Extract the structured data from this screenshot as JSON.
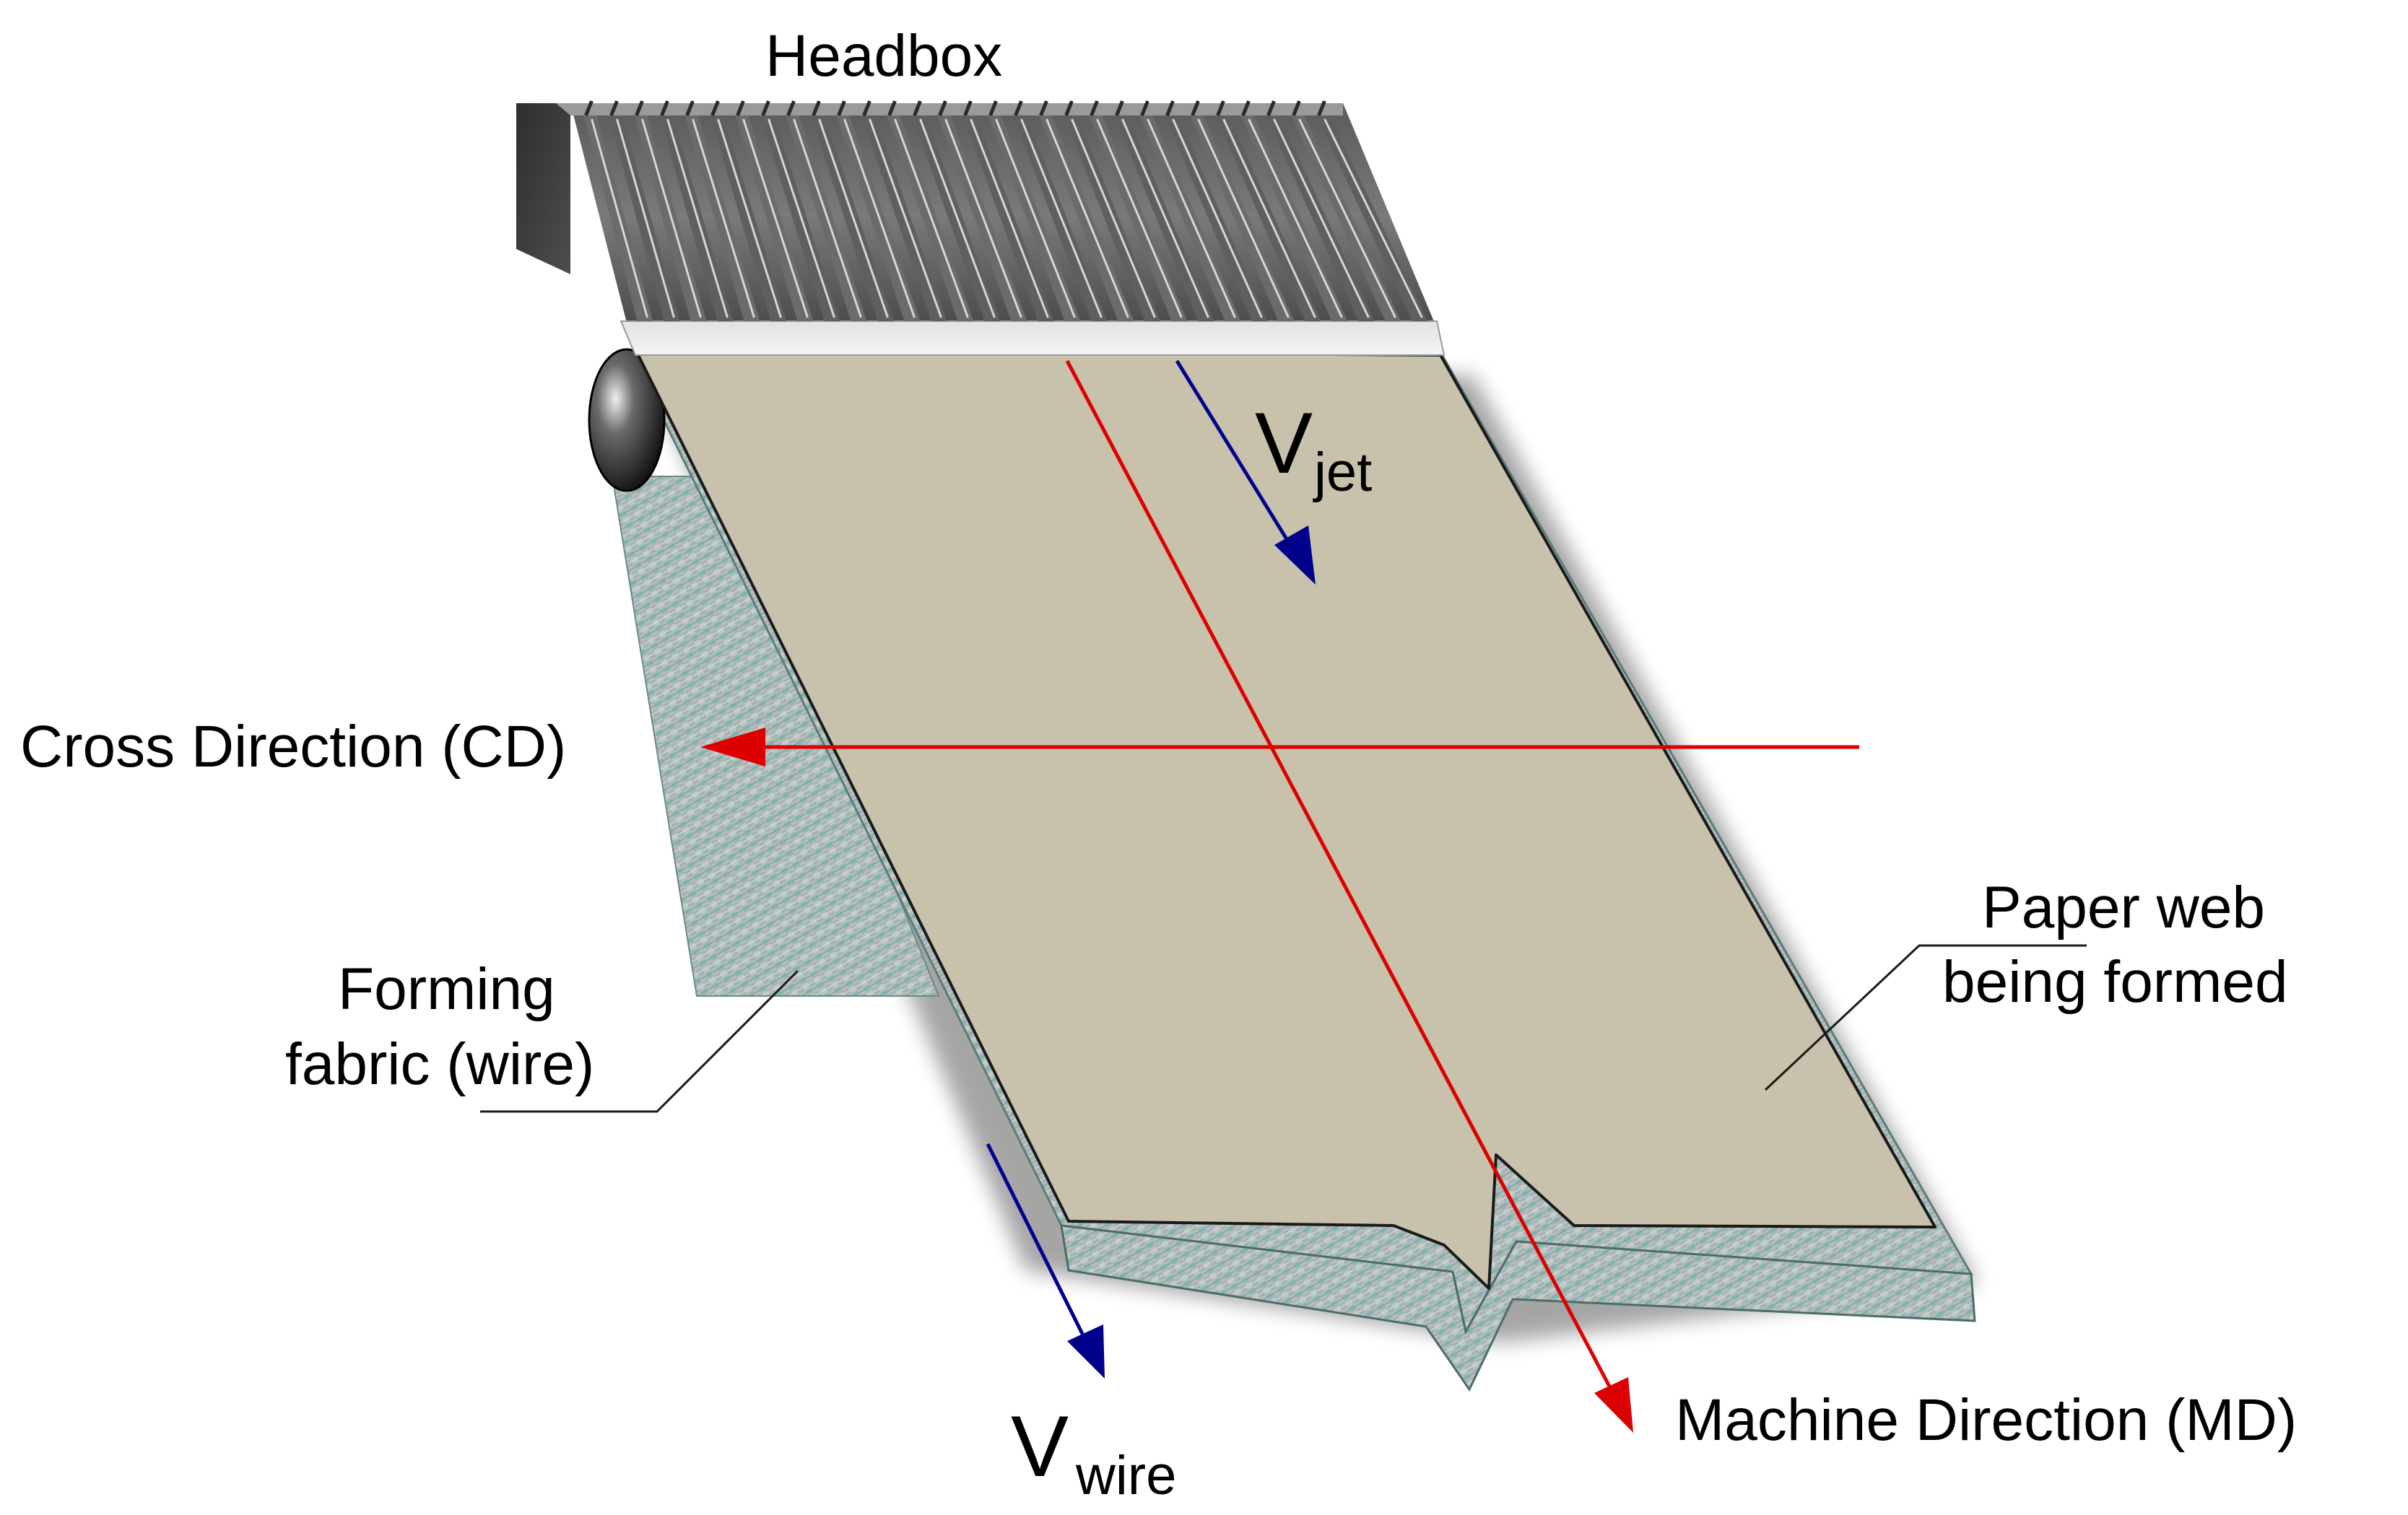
{
  "labels": {
    "headbox": "Headbox",
    "cross_direction": "Cross Direction (CD)",
    "forming_fabric_line1": "Forming",
    "forming_fabric_line2": "fabric (wire)",
    "paper_web_line1": "Paper web",
    "paper_web_line2": "being formed",
    "machine_direction": "Machine Direction (MD)",
    "v_jet_symbol": "V",
    "v_jet_subscript": "jet",
    "v_wire_symbol": "V",
    "v_wire_subscript": "wire"
  },
  "colors": {
    "direction_arrow": "#dd0000",
    "velocity_arrow": "#00008b",
    "paper_web": "#c8c1ab",
    "fabric": "#8fb3ad",
    "headbox": "#6e6e6e",
    "headbox_top": "#d2d2d2",
    "roll": "#222222"
  },
  "icons": {
    "cd_arrow": "arrow-left",
    "md_arrow": "arrow-down-right",
    "vjet_arrow": "arrow-down-right",
    "vwire_arrow": "arrow-down-right"
  }
}
